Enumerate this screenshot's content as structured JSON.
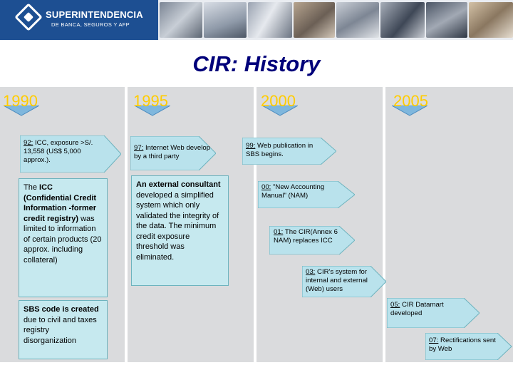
{
  "header": {
    "logo_title": "SUPERINTENDENCIA",
    "logo_subtitle": "DE BANCA, SEGUROS Y AFP"
  },
  "title": "CIR: History",
  "colors": {
    "banner": "#1d4f92",
    "title": "#00007a",
    "year": "#ffcc00",
    "column": "#dadbdd",
    "callout": "#b9e2ec",
    "box": "#c6e9ef"
  },
  "timeline": {
    "years": [
      "1990",
      "1995",
      "2000",
      "2005"
    ],
    "events": [
      {
        "year": "92:",
        "text": " ICC, exposure >S/. 13,558 (US$ 5,000 approx.)."
      },
      {
        "year": "97:",
        "text": " Internet Web develop by a third party"
      },
      {
        "year": "99:",
        "text": " Web publication in SBS begins."
      },
      {
        "year": "00:",
        "text": " \"New Accounting Manual\" (NAM)"
      },
      {
        "year": "01:",
        "text": " The CIR(Annex 6 NAM) replaces ICC"
      },
      {
        "year": "03:",
        "text": " CIR's system for internal and external (Web) users"
      },
      {
        "year": "05:",
        "text": " CIR Datamart developed"
      },
      {
        "year": "07:",
        "text": " Rectifications sent by Web"
      }
    ]
  },
  "boxes": {
    "icc": {
      "p1": "The ",
      "b1": "ICC (Confidential Credit Information -former credit registry)",
      "p2": " was limited to information of certain products (20 approx. including collateral)"
    },
    "sbs": {
      "b1": "SBS code is created",
      "p1": " due to civil and taxes registry disorganization"
    },
    "consultant": {
      "b1": "An external consultant",
      "p1": " developed a simplified system which only validated the integrity of the data. The minimum credit exposure threshold was eliminated."
    }
  }
}
